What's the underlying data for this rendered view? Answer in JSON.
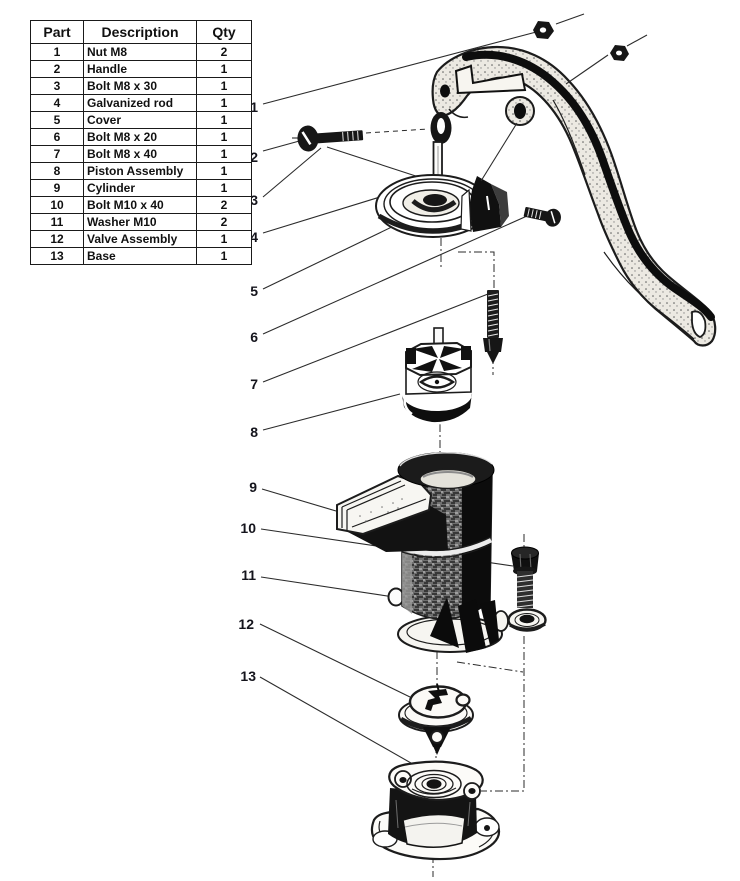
{
  "parts_table": {
    "headers": [
      "Part",
      "Description",
      "Qty"
    ],
    "rows": [
      {
        "part": "1",
        "description": "Nut M8",
        "qty": "2"
      },
      {
        "part": "2",
        "description": "Handle",
        "qty": "1"
      },
      {
        "part": "3",
        "description": "Bolt M8 x 30",
        "qty": "1"
      },
      {
        "part": "4",
        "description": "Galvanized rod",
        "qty": "1"
      },
      {
        "part": "5",
        "description": "Cover",
        "qty": "1"
      },
      {
        "part": "6",
        "description": "Bolt M8 x 20",
        "qty": "1"
      },
      {
        "part": "7",
        "description": "Bolt M8 x 40",
        "qty": "1"
      },
      {
        "part": "8",
        "description": "Piston Assembly",
        "qty": "1"
      },
      {
        "part": "9",
        "description": "Cylinder",
        "qty": "1"
      },
      {
        "part": "10",
        "description": "Bolt M10 x 40",
        "qty": "2"
      },
      {
        "part": "11",
        "description": "Washer M10",
        "qty": "2"
      },
      {
        "part": "12",
        "description": "Valve Assembly",
        "qty": "1"
      },
      {
        "part": "13",
        "description": "Base",
        "qty": "1"
      }
    ]
  },
  "diagram": {
    "callouts": [
      "1",
      "2",
      "3",
      "4",
      "5",
      "6",
      "7",
      "8",
      "9",
      "10",
      "11",
      "12",
      "13"
    ]
  },
  "colors": {
    "ink": "#1c1c1c",
    "paper": "#ffffff"
  }
}
